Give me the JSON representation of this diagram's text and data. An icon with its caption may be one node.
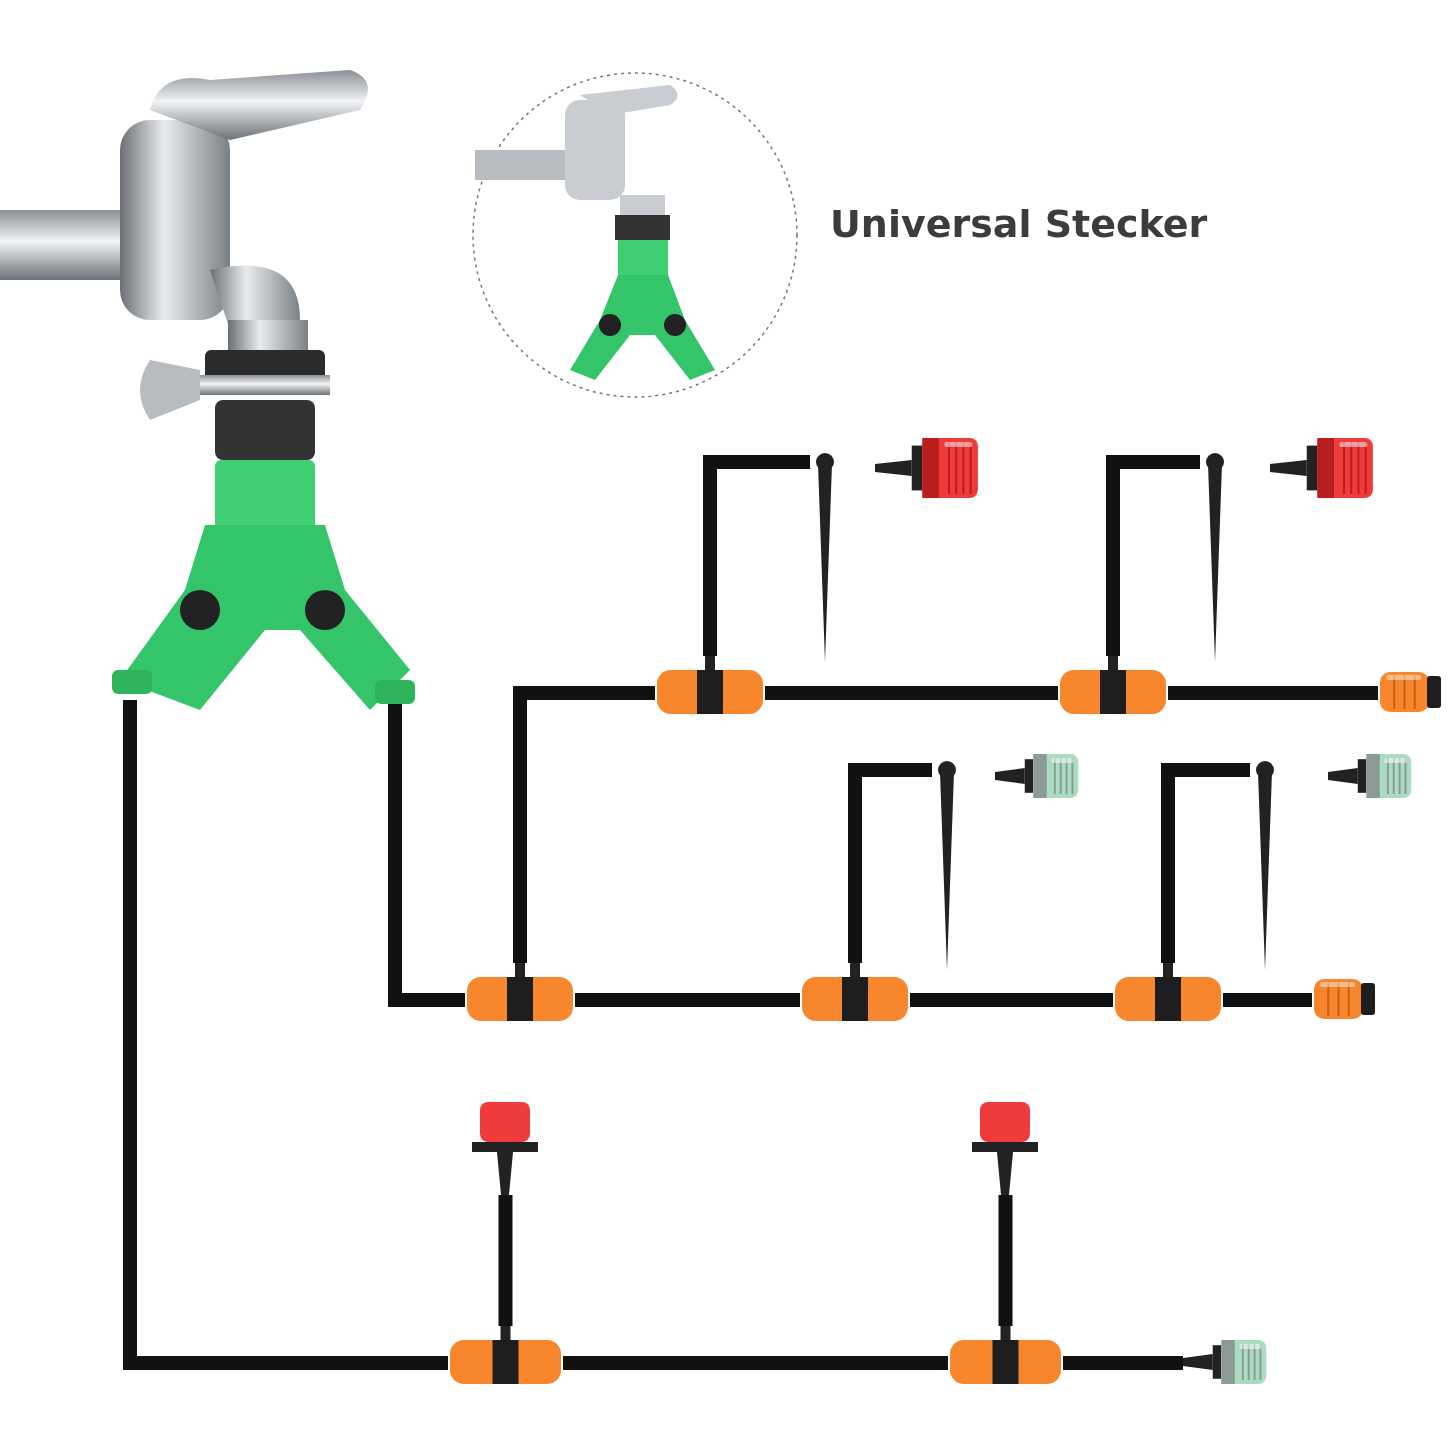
{
  "diagram": {
    "nodes": [
      {
        "text": [],
        "shape": "picture"
      },
      {
        "text": [],
        "shape": "picture"
      },
      {
        "text": [],
        "shape": "picture"
      },
      {
        "text": [],
        "shape": "picture"
      },
      {
        "text": [],
        "shape": "picture"
      },
      {
        "text": [],
        "shape": "picture"
      },
      {
        "text": [],
        "shape": "picture"
      },
      {
        "text": [],
        "shape": "picture"
      },
      {
        "text": [],
        "shape": "picture"
      },
      {
        "text": [],
        "shape": "picture"
      },
      {
        "text": [],
        "shape": "picture"
      },
      {
        "text": [],
        "shape": "picture"
      },
      {
        "text": [],
        "shape": "picture"
      },
      {
        "text": [],
        "shape": "picture"
      },
      {
        "text": [],
        "shape": "picture"
      },
      {
        "text": [],
        "shape": "picture"
      },
      {
        "text": [],
        "shape": "picture"
      },
      {
        "text": [],
        "shape": "picture"
      },
      {
        "text": [],
        "shape": "picture"
      },
      {
        "text": [],
        "shape": "picture"
      },
      {
        "text": [],
        "shape": "picture"
      },
      {
        "text": [],
        "shape": "picture"
      }
    ],
    "edges": [
      {
        "from": 0,
        "to": 13,
        "arrow": "none"
      },
      {
        "from": 0,
        "to": 19,
        "arrow": "none"
      },
      {
        "from": 13,
        "to": 14,
        "arrow": "none"
      },
      {
        "from": 14,
        "to": 15,
        "arrow": "none"
      },
      {
        "from": 15,
        "to": 16,
        "arrow": "none"
      },
      {
        "from": 13,
        "to": 6,
        "arrow": "none"
      },
      {
        "from": 6,
        "to": 7,
        "arrow": "none"
      },
      {
        "from": 7,
        "to": 8,
        "arrow": "none"
      },
      {
        "from": 6,
        "to": 2,
        "arrow": "none"
      },
      {
        "from": 7,
        "to": 4,
        "arrow": "none"
      },
      {
        "from": 14,
        "to": 9,
        "arrow": "none"
      },
      {
        "from": 15,
        "to": 11,
        "arrow": "none"
      },
      {
        "from": 19,
        "to": 17,
        "arrow": "none"
      },
      {
        "from": 20,
        "to": 18,
        "arrow": "none"
      },
      {
        "from": 19,
        "to": 20,
        "arrow": "none"
      },
      {
        "from": 20,
        "to": 21,
        "arrow": "none"
      }
    ],
    "labels": [
      "Universal Stecker"
    ]
  }
}
